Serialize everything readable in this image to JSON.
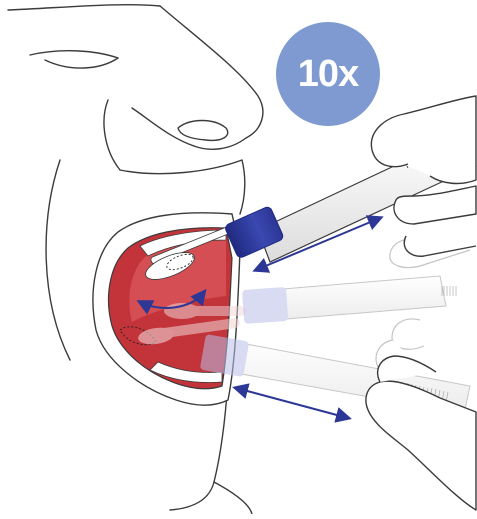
{
  "badge": {
    "text": "10x",
    "color": "#7f9ad0"
  },
  "colors": {
    "outline": "#3b3b3b",
    "tongue": "#c3333a",
    "tongue_light": "#d9555a",
    "cap": "#2c3796",
    "cap_faded": "#b9bfe6",
    "arrow": "#2c3796",
    "tube": "#f2f2f2"
  },
  "icons": [
    "swab-tube",
    "double-arrow",
    "curved-double-arrow",
    "barcode-label",
    "hand"
  ]
}
